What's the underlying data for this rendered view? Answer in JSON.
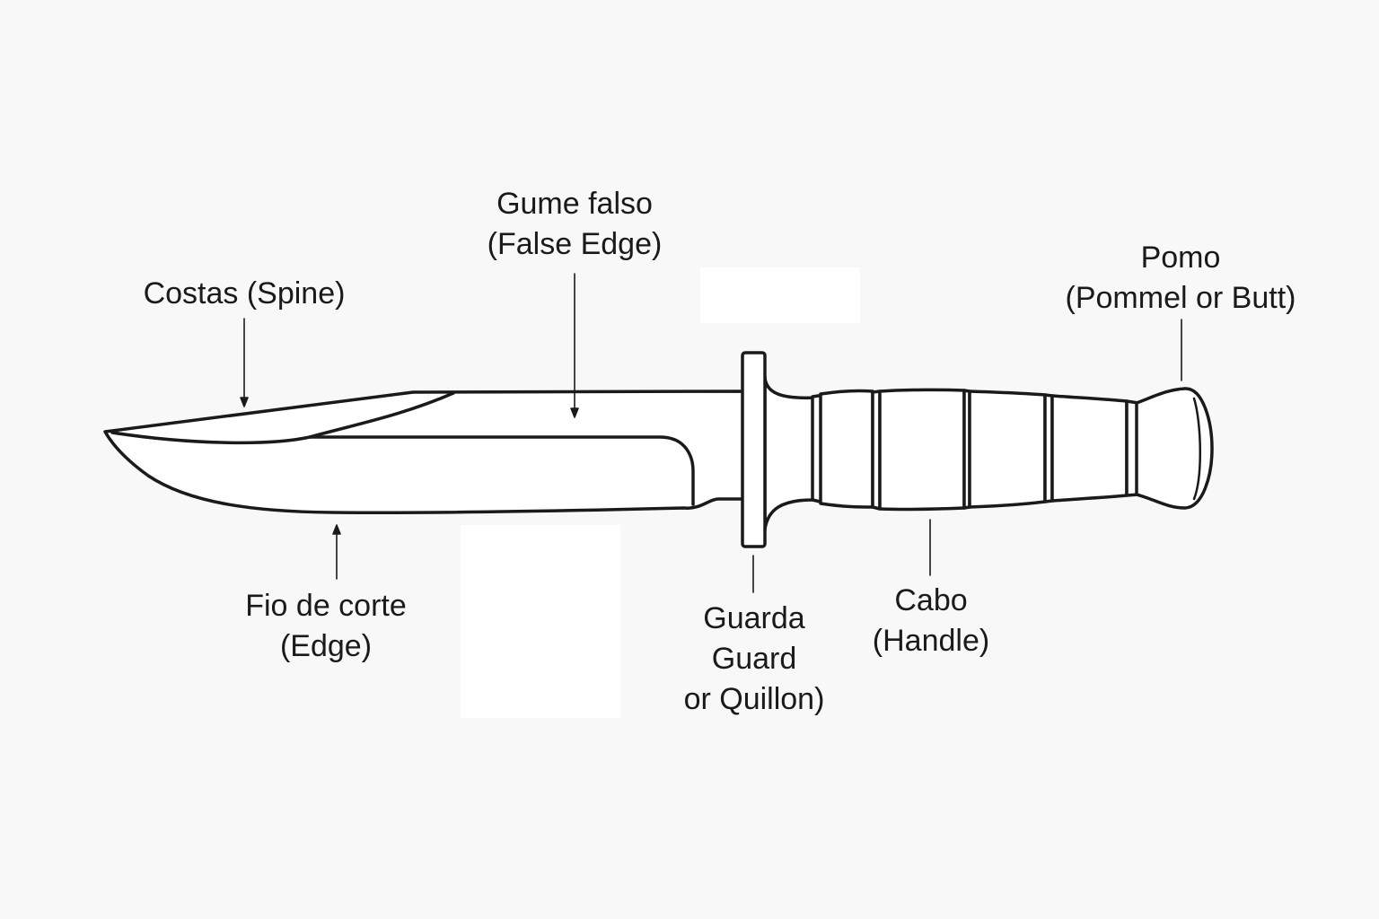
{
  "colors": {
    "background": "#f8f8f8",
    "line": "#1a1a1a",
    "blade_fill": "#ffffff"
  },
  "labels": {
    "spine": {
      "line1": "Costas (Spine)"
    },
    "false_edge": {
      "line1": "Gume falso",
      "line2": "(False Edge)"
    },
    "pommel": {
      "line1": "Pomo",
      "line2": "(Pommel or Butt)"
    },
    "edge": {
      "line1": "Fio de corte",
      "line2": "(Edge)"
    },
    "guard": {
      "line1": "Guarda",
      "line2": "Guard",
      "line3": "or Quillon)"
    },
    "handle": {
      "line1": "Cabo",
      "line2": "(Handle)"
    }
  }
}
